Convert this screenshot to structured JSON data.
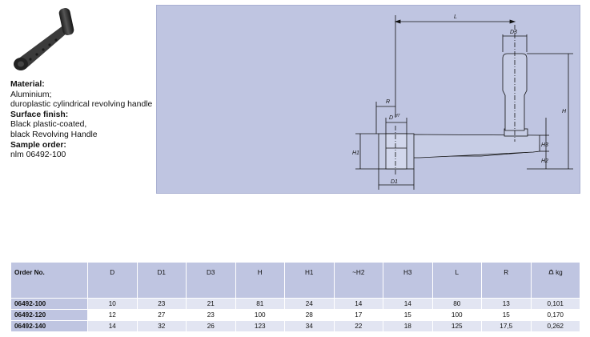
{
  "info": {
    "material_heading": "Material:",
    "material_lines": [
      "Aluminium;",
      "duroplastic cylindrical revolving handle"
    ],
    "finish_heading": "Surface finish:",
    "finish_lines": [
      "Black plastic-coated,",
      "black Revolving Handle"
    ],
    "order_heading": "Sample order:",
    "order_value": "nlm 06492-100"
  },
  "drawing": {
    "labels": {
      "L": "L",
      "D3": "D3",
      "H": "H",
      "R": "R",
      "D": "D",
      "D_sup": "H7",
      "H1": "H1",
      "H3": "H3",
      "H2": "H2",
      "D1": "D1"
    }
  },
  "table": {
    "headers": [
      "Order No.",
      "D",
      "D1",
      "D3",
      "H",
      "H1",
      "~H2",
      "H3",
      "L",
      "R",
      "kg"
    ],
    "weight_icon": "weight-icon",
    "rows": [
      [
        "06492-100",
        "10",
        "23",
        "21",
        "81",
        "24",
        "14",
        "14",
        "80",
        "13",
        "0,101"
      ],
      [
        "06492-120",
        "12",
        "27",
        "23",
        "100",
        "28",
        "17",
        "15",
        "100",
        "15",
        "0,170"
      ],
      [
        "06492-140",
        "14",
        "32",
        "26",
        "123",
        "34",
        "22",
        "18",
        "125",
        "17,5",
        "0,262"
      ]
    ]
  }
}
